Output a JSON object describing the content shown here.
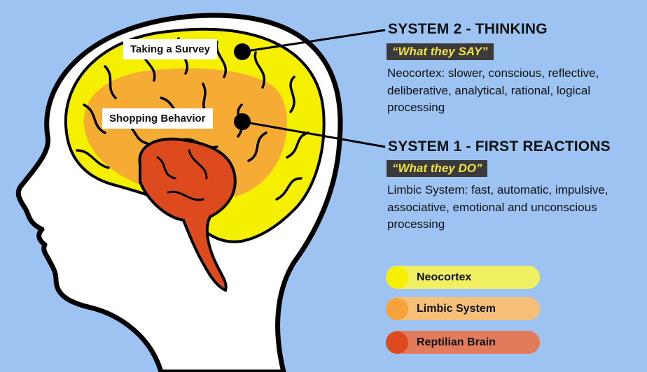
{
  "labels": {
    "survey": "Taking a Survey",
    "shopping": "Shopping Behavior"
  },
  "system2": {
    "title": "SYSTEM 2 - THINKING",
    "quote": "“What they SAY”",
    "description": "Neocortex: slower, conscious, reflective, deliberative, analytical, rational, logical processing"
  },
  "system1": {
    "title": "SYSTEM 1 - FIRST REACTIONS",
    "quote": "“What they DO”",
    "description": "Limbic System: fast, automatic, impulsive, associative, emotional and unconscious processing"
  },
  "legend": {
    "items": [
      {
        "label": "Neocortex",
        "color": "#f5f000"
      },
      {
        "label": "Limbic System",
        "color": "#f5a33a"
      },
      {
        "label": "Reptilian Brain",
        "color": "#dd4a1e"
      }
    ]
  },
  "colors": {
    "background": "#9cc3f2",
    "head": "#ffffff",
    "neocortex": "#f5f000",
    "limbic": "#f5a33a",
    "reptilian": "#dd4a1e",
    "quote_bg": "#3a3a3a",
    "quote_text": "#f2e34a"
  }
}
